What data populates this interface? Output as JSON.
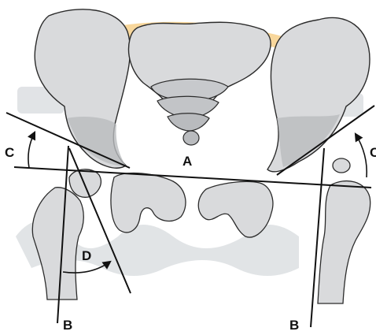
{
  "labels": {
    "a": "A",
    "b_left": "B",
    "b_right": "B",
    "c_left": "C",
    "c_right": "C",
    "d": "D"
  },
  "colors": {
    "bone_fill": "#d9dadc",
    "bone_shadow": "#b9bbbe",
    "bone_outline": "#2b2b2b",
    "line": "#111111",
    "watermark_orange": "#f2b64a",
    "watermark_gray": "#c9cdd2"
  }
}
